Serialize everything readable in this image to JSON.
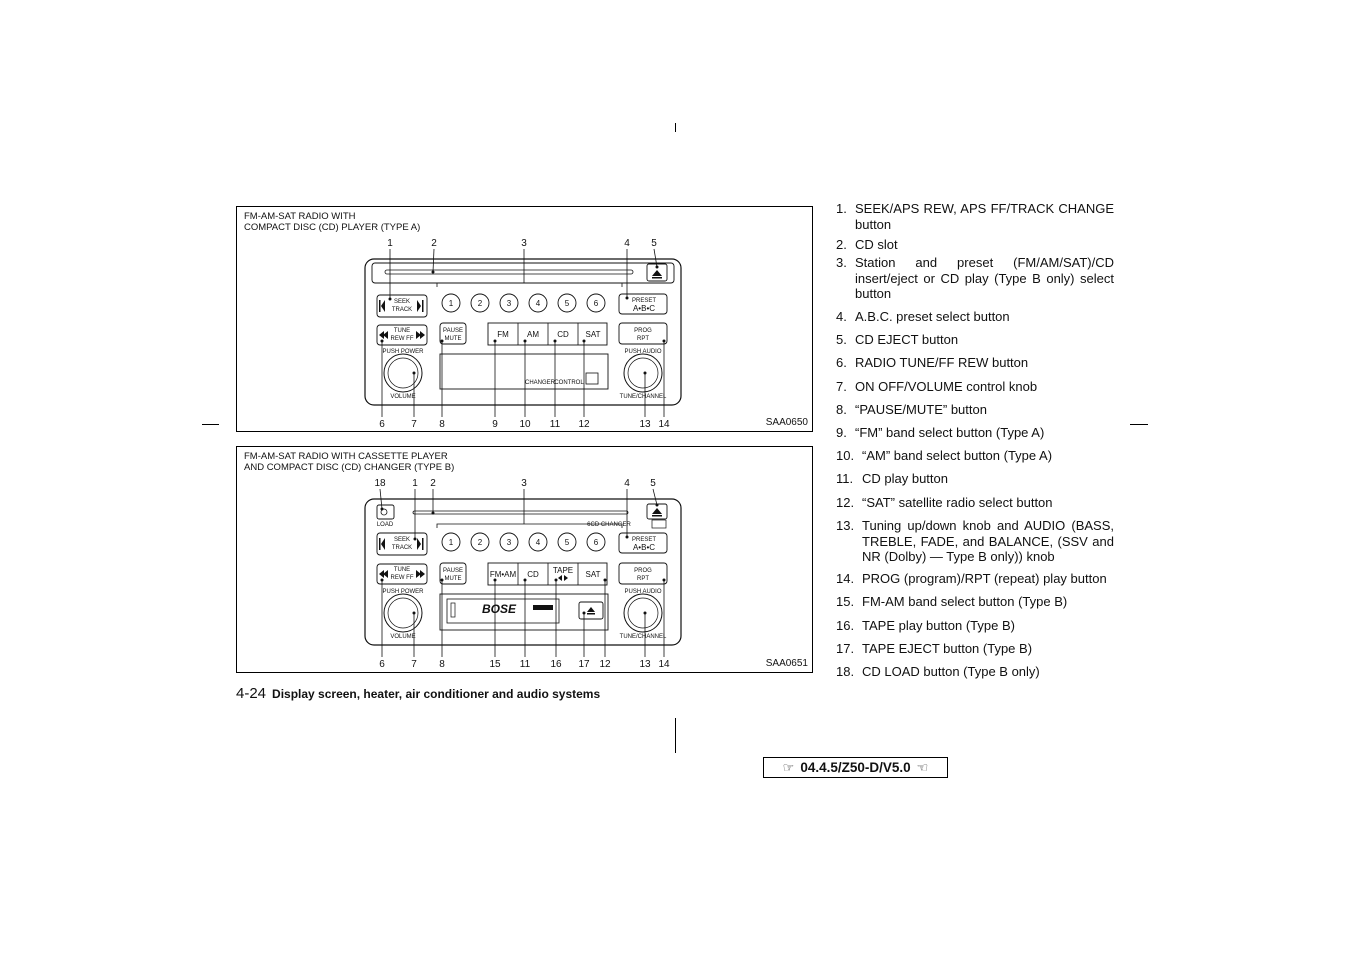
{
  "figure_a": {
    "title": "FM-AM-SAT RADIO WITH\nCOMPACT DISC (CD) PLAYER (TYPE A)",
    "code": "SAA0650",
    "callouts_top": [
      "1",
      "2",
      "3",
      "4",
      "5"
    ],
    "callouts_bottom": [
      "6",
      "7",
      "8",
      "9",
      "10",
      "11",
      "12",
      "13",
      "14"
    ],
    "buttons": {
      "seek": "SEEK",
      "track": "TRACK",
      "tune": "TUNE",
      "rewff": "REW FF",
      "pause": "PAUSE",
      "mute": "MUTE",
      "fm": "FM",
      "am": "AM",
      "cd": "CD",
      "sat": "SAT",
      "preset": "PRESET",
      "abc": "A•B•C",
      "prog": "PROG",
      "rpt": "RPT",
      "push_power": "PUSH POWER",
      "volume": "VOLUME",
      "push_audio": "PUSH AUDIO",
      "tune_channel": "TUNE/CHANNEL",
      "changer": "CHANGER",
      "control": "CONTROL",
      "presets": [
        "1",
        "2",
        "3",
        "4",
        "5",
        "6"
      ]
    }
  },
  "figure_b": {
    "title": "FM-AM-SAT RADIO WITH CASSETTE PLAYER\nAND COMPACT DISC (CD) CHANGER (TYPE B)",
    "code": "SAA0651",
    "callouts_top": [
      "18",
      "1",
      "2",
      "3",
      "4",
      "5"
    ],
    "callouts_bottom": [
      "6",
      "7",
      "8",
      "15",
      "11",
      "16",
      "17",
      "12",
      "13",
      "14"
    ],
    "buttons": {
      "load": "LOAD",
      "six_cd_changer": "6CD CHANGER",
      "seek": "SEEK",
      "track": "TRACK",
      "tune": "TUNE",
      "rewff": "REW FF",
      "pause": "PAUSE",
      "mute": "MUTE",
      "fmam": "FM•AM",
      "cd": "CD",
      "tape": "TAPE",
      "sat": "SAT",
      "preset": "PRESET",
      "abc": "A•B•C",
      "prog": "PROG",
      "rpt": "RPT",
      "push_power": "PUSH POWER",
      "volume": "VOLUME",
      "push_audio": "PUSH AUDIO",
      "tune_channel": "TUNE/CHANNEL",
      "bose": "BOSE",
      "presets": [
        "1",
        "2",
        "3",
        "4",
        "5",
        "6"
      ]
    }
  },
  "items": [
    {
      "num": "1.",
      "text": "SEEK/APS REW, APS FF/TRACK CHANGE button"
    },
    {
      "num": "2.",
      "text": "CD slot"
    },
    {
      "num": "3.",
      "text": "Station and preset (FM/AM/SAT)/CD insert/eject or CD play (Type B only) select button"
    },
    {
      "num": "4.",
      "text": "A.B.C. preset select button"
    },
    {
      "num": "5.",
      "text": "CD EJECT button"
    },
    {
      "num": "6.",
      "text": "RADIO TUNE/FF REW button"
    },
    {
      "num": "7.",
      "text": "ON OFF/VOLUME control knob"
    },
    {
      "num": "8.",
      "text": "“PAUSE/MUTE” button"
    },
    {
      "num": "9.",
      "text": "“FM” band select button (Type A)"
    },
    {
      "num": "10.",
      "text": "“AM” band select button (Type A)"
    },
    {
      "num": "11.",
      "text": "CD play button"
    },
    {
      "num": "12.",
      "text": "“SAT” satellite radio select button"
    },
    {
      "num": "13.",
      "text": "Tuning up/down knob and AUDIO (BASS, TREBLE, FADE, and BALANCE, (SSV and NR (Dolby) — Type B only)) knob"
    },
    {
      "num": "14.",
      "text": "PROG (program)/RPT (repeat) play button"
    },
    {
      "num": "15.",
      "text": "FM-AM band select button (Type B)"
    },
    {
      "num": "16.",
      "text": "TAPE play button (Type B)"
    },
    {
      "num": "17.",
      "text": "TAPE EJECT button (Type B)"
    },
    {
      "num": "18.",
      "text": "CD LOAD button (Type B only)"
    }
  ],
  "footer": {
    "page": "4-24",
    "section": "Display screen, heater, air conditioner and audio systems"
  },
  "version": "04.4.5/Z50-D/V5.0",
  "icons": {
    "left": "pointing-hand-right-icon",
    "right": "pointing-hand-left-icon"
  }
}
